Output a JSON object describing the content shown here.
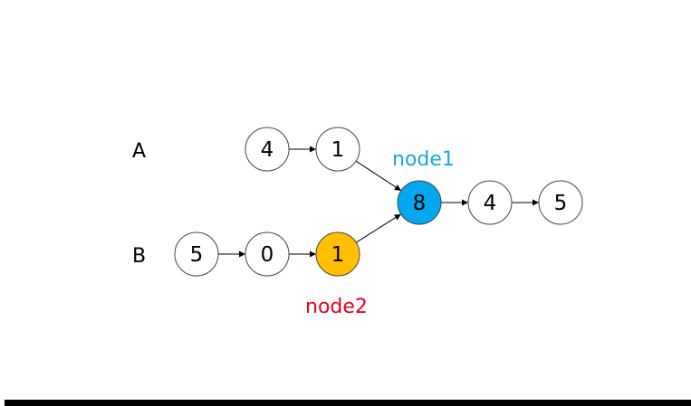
{
  "labels": {
    "list_a": "A",
    "list_b": "B"
  },
  "nodes": [
    {
      "id": "a1",
      "value": "4",
      "fill": "#ffffff"
    },
    {
      "id": "a2",
      "value": "1",
      "fill": "#ffffff"
    },
    {
      "id": "b1",
      "value": "5",
      "fill": "#ffffff"
    },
    {
      "id": "b2",
      "value": "0",
      "fill": "#ffffff"
    },
    {
      "id": "b3",
      "value": "1",
      "fill": "#ffc000"
    },
    {
      "id": "c1",
      "value": "8",
      "fill": "#00a8f0"
    },
    {
      "id": "c2",
      "value": "4",
      "fill": "#ffffff"
    },
    {
      "id": "c3",
      "value": "5",
      "fill": "#ffffff"
    }
  ],
  "edges": [
    [
      "a1",
      "a2"
    ],
    [
      "a2",
      "c1"
    ],
    [
      "b1",
      "b2"
    ],
    [
      "b2",
      "b3"
    ],
    [
      "b3",
      "c1"
    ],
    [
      "c1",
      "c2"
    ],
    [
      "c2",
      "c3"
    ]
  ],
  "tags": {
    "node1": {
      "text": "node1",
      "color": "#17a9d8"
    },
    "node2": {
      "text": "node2",
      "color": "#e8001c"
    }
  }
}
